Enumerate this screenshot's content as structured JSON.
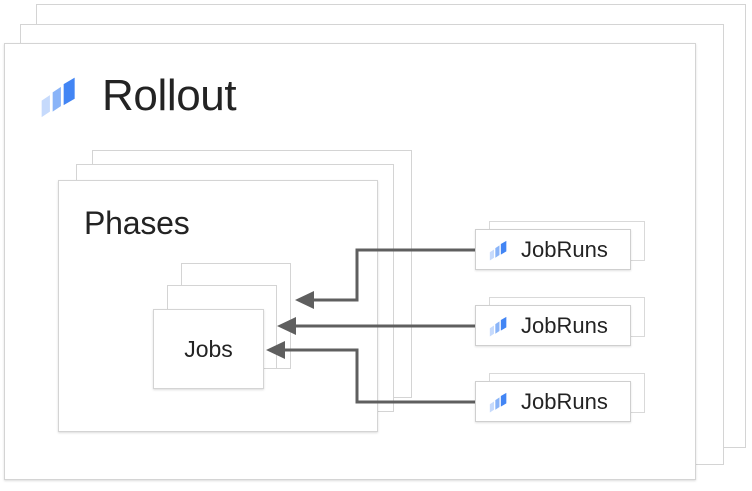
{
  "diagram": {
    "title": "Rollout",
    "logo_icon": "rollout-logo-icon",
    "groups": {
      "phases": {
        "title": "Phases",
        "stack_count": 3
      },
      "jobs": {
        "title": "Jobs",
        "stack_count": 3
      }
    },
    "jobruns": [
      {
        "label": "JobRuns",
        "icon": "rollout-logo-icon"
      },
      {
        "label": "JobRuns",
        "icon": "rollout-logo-icon"
      },
      {
        "label": "JobRuns",
        "icon": "rollout-logo-icon"
      }
    ],
    "colors": {
      "logo_light": "#c6dafc",
      "logo_mid": "#8ab4f8",
      "logo_dark": "#4285f4",
      "card_border": "#d4d4d4",
      "text": "#232323",
      "connector": "#5f5f5f",
      "background": "#ffffff"
    },
    "connectors": [
      {
        "from": "jobruns-1",
        "to": "jobs",
        "shape": "elbow-down"
      },
      {
        "from": "jobruns-2",
        "to": "jobs",
        "shape": "straight"
      },
      {
        "from": "jobruns-3",
        "to": "jobs",
        "shape": "elbow-up"
      }
    ]
  }
}
